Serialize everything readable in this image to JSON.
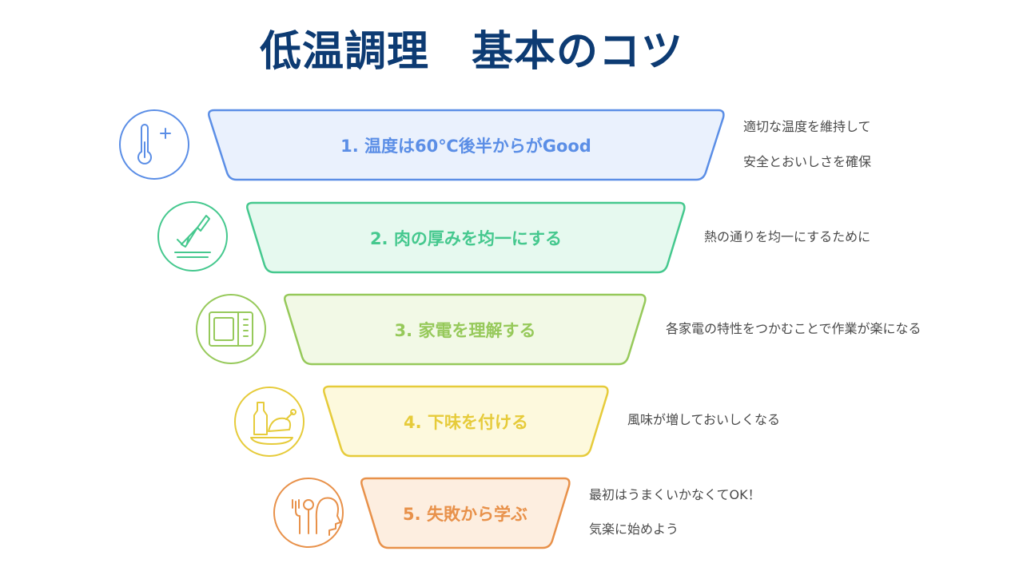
{
  "title": "低温調理　基本のコツ",
  "steps": [
    {
      "label": "1.  温度は60℃後半からがGood",
      "desc": [
        "適切な温度を維持して",
        "安全とおいしさを確保"
      ],
      "color": "#5b8ee6",
      "fill": "#eaf1fd",
      "icon": "thermometer-icon"
    },
    {
      "label": "2.  肉の厚みを均一にする",
      "desc": [
        "熱の通りを均一にするために"
      ],
      "color": "#45c88e",
      "fill": "#e6f9ef",
      "icon": "knife-cutting-icon"
    },
    {
      "label": "3.  家電を理解する",
      "desc": [
        "各家電の特性をつかむことで作業が楽になる"
      ],
      "color": "#96c95a",
      "fill": "#f2f9e6",
      "icon": "appliance-icon"
    },
    {
      "label": "4.  下味を付ける",
      "desc": [
        "風味が増しておいしくなる"
      ],
      "color": "#e6cb3a",
      "fill": "#fdf9dd",
      "icon": "seasoning-chicken-icon"
    },
    {
      "label": "5.  失敗から学ぶ",
      "desc": [
        "最初はうまくいかなくてOK！",
        "気楽に始めよう"
      ],
      "color": "#e8914a",
      "fill": "#fdeee0",
      "icon": "head-utensils-icon"
    }
  ]
}
